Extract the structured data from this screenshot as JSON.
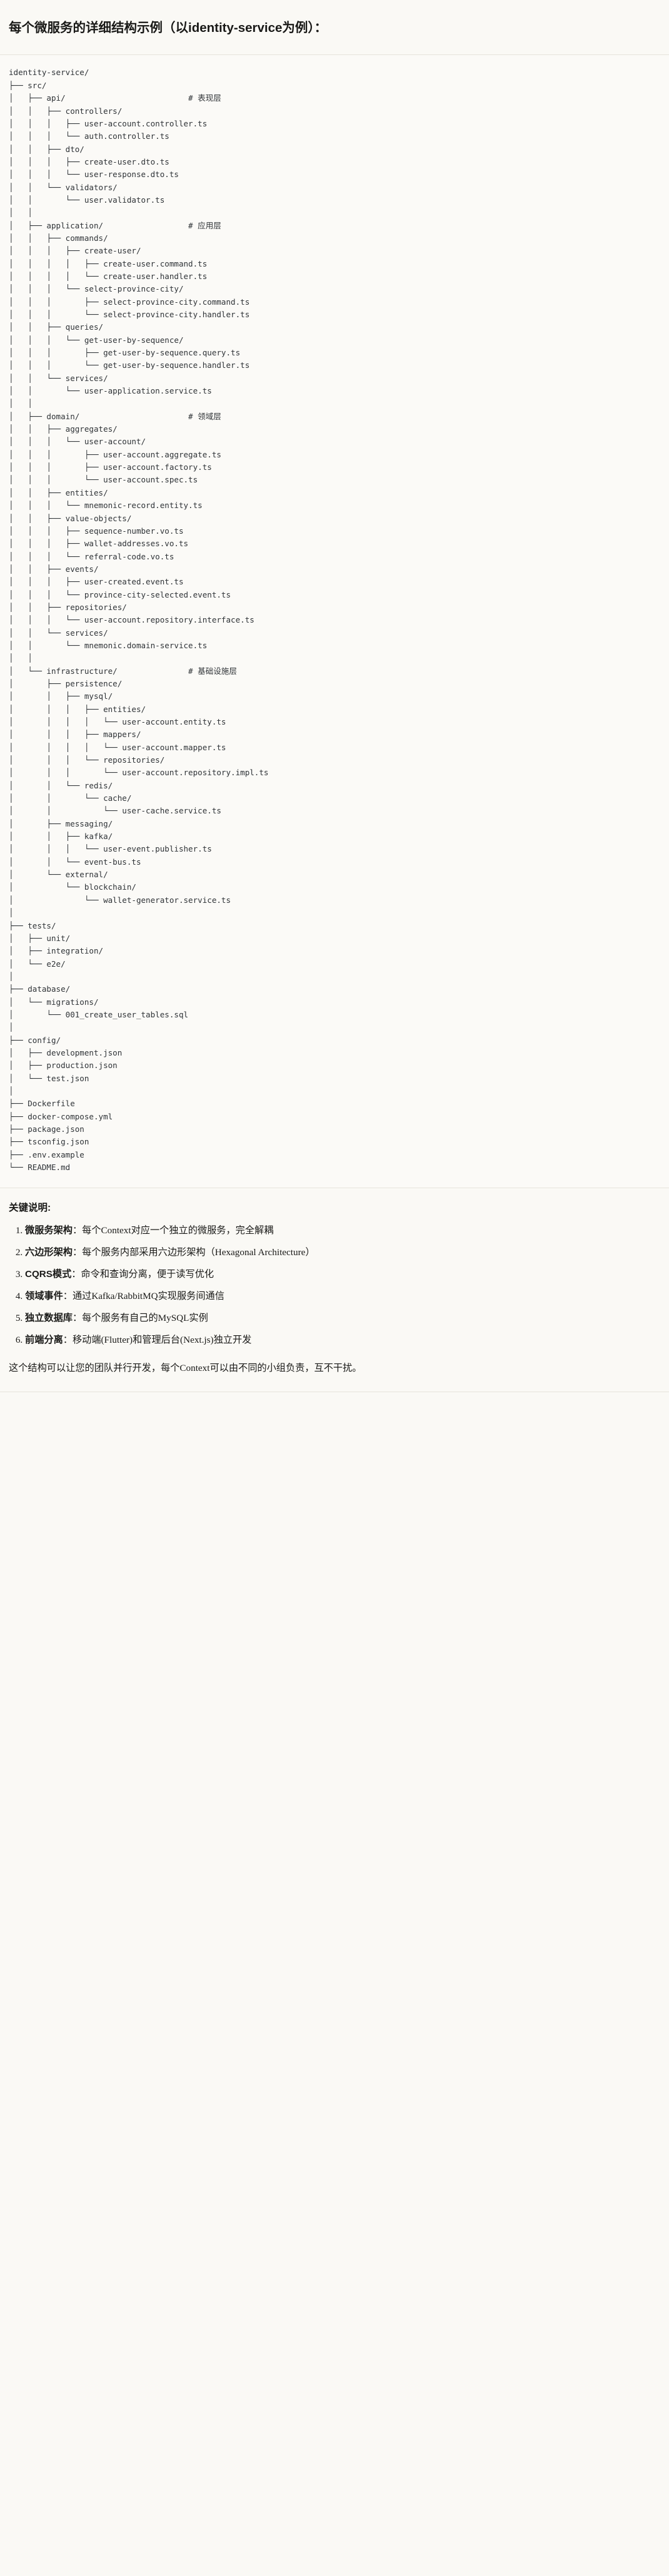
{
  "document": {
    "title": "每个微服务的详细结构示例（以identity-service为例）：",
    "tree_root": "identity-service/",
    "tree": "identity-service/\n├── src/\n│   ├── api/                          # 表现层\n│   │   ├── controllers/\n│   │   │   ├── user-account.controller.ts\n│   │   │   └── auth.controller.ts\n│   │   ├── dto/\n│   │   │   ├── create-user.dto.ts\n│   │   │   └── user-response.dto.ts\n│   │   └── validators/\n│   │       └── user.validator.ts\n│   │\n│   ├── application/                  # 应用层\n│   │   ├── commands/\n│   │   │   ├── create-user/\n│   │   │   │   ├── create-user.command.ts\n│   │   │   │   └── create-user.handler.ts\n│   │   │   └── select-province-city/\n│   │   │       ├── select-province-city.command.ts\n│   │   │       └── select-province-city.handler.ts\n│   │   ├── queries/\n│   │   │   └── get-user-by-sequence/\n│   │   │       ├── get-user-by-sequence.query.ts\n│   │   │       └── get-user-by-sequence.handler.ts\n│   │   └── services/\n│   │       └── user-application.service.ts\n│   │\n│   ├── domain/                       # 领域层\n│   │   ├── aggregates/\n│   │   │   └── user-account/\n│   │   │       ├── user-account.aggregate.ts\n│   │   │       ├── user-account.factory.ts\n│   │   │       └── user-account.spec.ts\n│   │   ├── entities/\n│   │   │   └── mnemonic-record.entity.ts\n│   │   ├── value-objects/\n│   │   │   ├── sequence-number.vo.ts\n│   │   │   ├── wallet-addresses.vo.ts\n│   │   │   └── referral-code.vo.ts\n│   │   ├── events/\n│   │   │   ├── user-created.event.ts\n│   │   │   └── province-city-selected.event.ts\n│   │   ├── repositories/\n│   │   │   └── user-account.repository.interface.ts\n│   │   └── services/\n│   │       └── mnemonic.domain-service.ts\n│   │\n│   └── infrastructure/               # 基础设施层\n│       ├── persistence/\n│       │   ├── mysql/\n│       │   │   ├── entities/\n│       │   │   │   └── user-account.entity.ts\n│       │   │   ├── mappers/\n│       │   │   │   └── user-account.mapper.ts\n│       │   │   └── repositories/\n│       │   │       └── user-account.repository.impl.ts\n│       │   └── redis/\n│       │       └── cache/\n│       │           └── user-cache.service.ts\n│       ├── messaging/\n│       │   ├── kafka/\n│       │   │   └── user-event.publisher.ts\n│       │   └── event-bus.ts\n│       └── external/\n│           └── blockchain/\n│               └── wallet-generator.service.ts\n│\n├── tests/\n│   ├── unit/\n│   ├── integration/\n│   └── e2e/\n│\n├── database/\n│   └── migrations/\n│       └── 001_create_user_tables.sql\n│\n├── config/\n│   ├── development.json\n│   ├── production.json\n│   └── test.json\n│\n├── Dockerfile\n├── docker-compose.yml\n├── package.json\n├── tsconfig.json\n├── .env.example\n└── README.md",
    "layer_comments": [
      "# 表现层",
      "# 应用层",
      "# 领域层",
      "# 基础设施层"
    ],
    "notes_heading": "关键说明:",
    "key_points": [
      {
        "term": "微服务架构",
        "sep": "：",
        "desc": "每个Context对应一个独立的微服务，完全解耦"
      },
      {
        "term": "六边形架构",
        "sep": "：",
        "desc": "每个服务内部采用六边形架构（Hexagonal Architecture）"
      },
      {
        "term": "CQRS模式",
        "sep": "：",
        "desc": "命令和查询分离，便于读写优化"
      },
      {
        "term": "领域事件",
        "sep": "：",
        "desc": "通过Kafka/RabbitMQ实现服务间通信"
      },
      {
        "term": "独立数据库",
        "sep": "：",
        "desc": "每个服务有自己的MySQL实例"
      },
      {
        "term": "前端分离",
        "sep": "：",
        "desc": "移动端(Flutter)和管理后台(Next.js)独立开发"
      }
    ],
    "closing": "这个结构可以让您的团队并行开发，每个Context可以由不同的小组负责，互不干扰。"
  },
  "colors": {
    "page_background": "#faf9f5",
    "code_background": "#fbfaf7",
    "text": "#1a1a18",
    "code_text": "#2f3337",
    "rule": "#e6e4dc"
  }
}
